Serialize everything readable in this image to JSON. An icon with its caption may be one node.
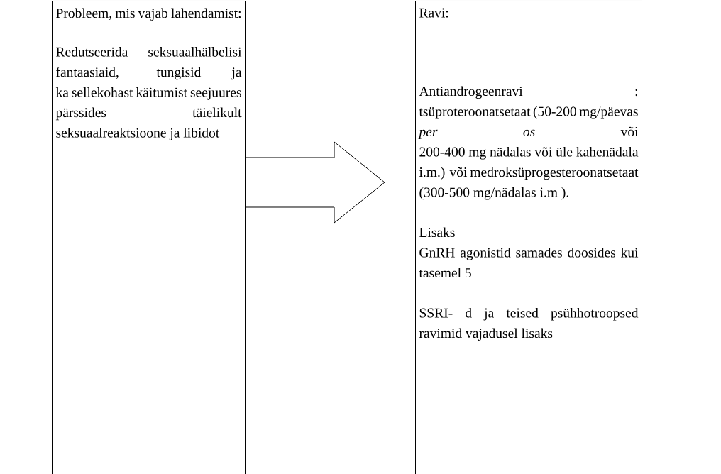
{
  "diagram": {
    "nodes": [
      {
        "text": [
          "Probleem, mis vajab lahendamist:",
          "Redutseerida seksuaalhälbelisi fantaasiaid, tungisid ja ka sellekohast käitumist seejuures pärssides täielikult seksuaalreaktsioone ja libidot"
        ]
      },
      {
        "text": [
          "Ravi:",
          "Antiandrogeenravi : tsüproteroonatsetaat (50-200 mg/päevas *per os* või 200-400 mg nädalas või üle kahenädala i.m.) või medroksüprogesteroonatsetaat (300-500 mg/nädalas i.m ).",
          "Lisaks GnRH agonistid samades doosides kui tasemel 5",
          "SSRI- d ja teised psühhotroopsed ravimid vajadusel lisaks"
        ]
      }
    ],
    "edges": [
      {
        "from": 0,
        "to": 1,
        "arrow": "to"
      }
    ]
  }
}
